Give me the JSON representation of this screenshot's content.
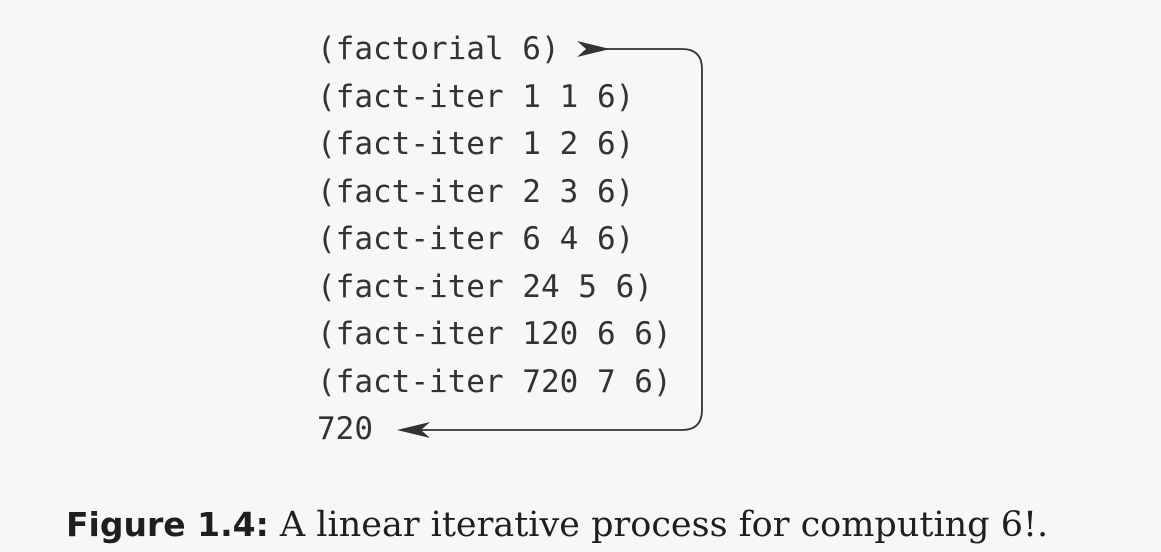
{
  "diagram": {
    "lines": [
      "(factorial 6)",
      "(fact-iter 1 1 6)",
      "(fact-iter 1 2 6)",
      "(fact-iter 2 3 6)",
      "(fact-iter 6 4 6)",
      "(fact-iter 24 5 6)",
      "(fact-iter 120 6 6)",
      "(fact-iter 720 7 6)",
      "720"
    ]
  },
  "caption": {
    "label": "Figure 1.4:",
    "text": " A linear iterative process for computing 6!."
  }
}
